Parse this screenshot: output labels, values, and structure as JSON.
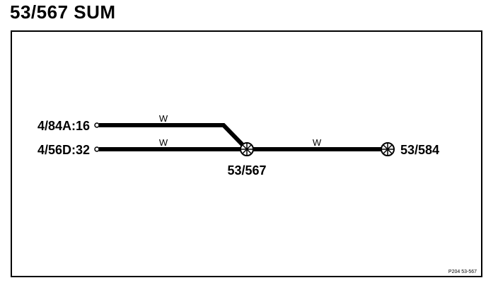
{
  "title": "53/567 SUM",
  "inputs": [
    {
      "label": "4/84A:16",
      "wire": "W"
    },
    {
      "label": "4/56D:32",
      "wire": "W"
    }
  ],
  "splice": {
    "label": "53/567"
  },
  "output": {
    "label": "53/584",
    "wire": "W"
  },
  "footer": "P204  53-567"
}
